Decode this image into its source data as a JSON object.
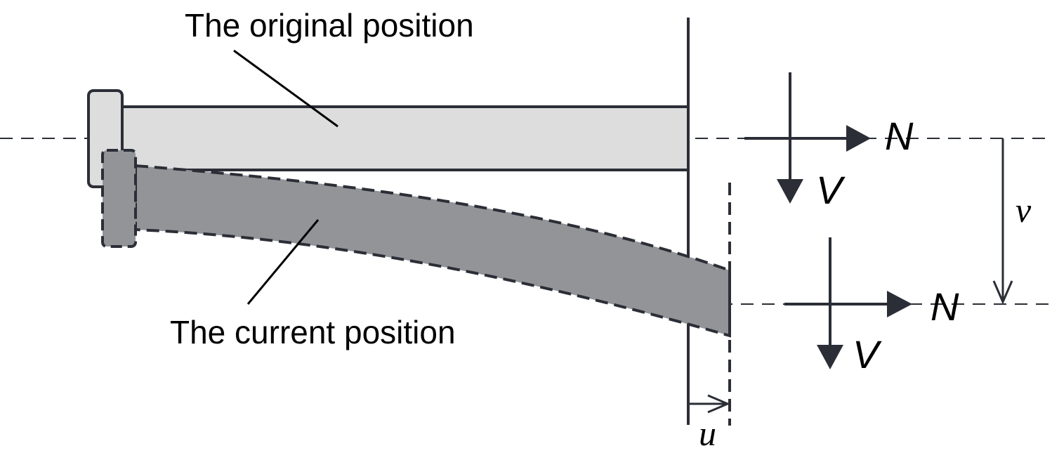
{
  "labels": {
    "original": "The original position",
    "current": "The current position"
  },
  "forces": {
    "axial": "N",
    "shear": "V"
  },
  "displacements": {
    "horizontal": "u",
    "vertical": "v"
  },
  "colors": {
    "original_fill": "#dcdddc",
    "current_fill": "#939498",
    "line": "#2b2e36"
  }
}
